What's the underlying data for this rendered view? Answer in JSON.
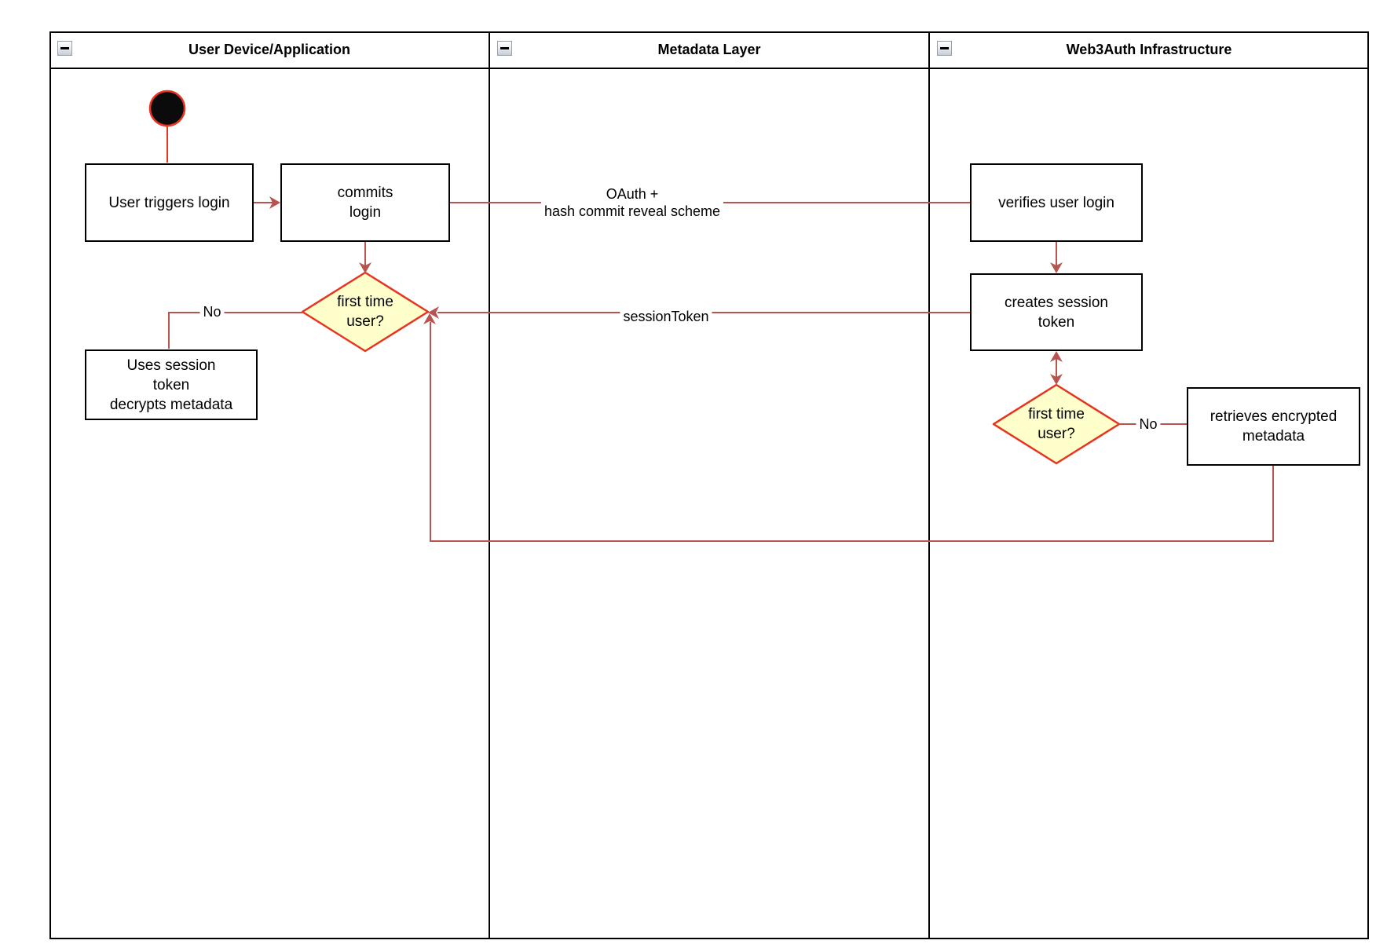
{
  "colors": {
    "line": "#B85450",
    "accent_red": "#E8341F",
    "diamond_fill": "#FFFFCC",
    "node_fill": "#FFFFFF",
    "node_border": "#000000"
  },
  "lanes": [
    {
      "title": "User Device/Application"
    },
    {
      "title": "Metadata Layer"
    },
    {
      "title": "Web3Auth Infrastructure"
    }
  ],
  "nodes": {
    "user_triggers_login": {
      "label": "User triggers login"
    },
    "commits_login": {
      "label": "commits\nlogin"
    },
    "first_time_user_device": {
      "label": "first time\nuser?"
    },
    "uses_session_token": {
      "label": "Uses session\ntoken\ndecrypts metadata"
    },
    "verifies_user_login": {
      "label": "verifies user login"
    },
    "creates_session_token": {
      "label": "creates session\ntoken"
    },
    "first_time_user_infra": {
      "label": "first time\nuser?"
    },
    "retrieves_encrypted_metadata": {
      "label": "retrieves encrypted\nmetadata"
    }
  },
  "edge_labels": {
    "oauth": "OAuth +\nhash commit reveal scheme",
    "session_token": "sessionToken",
    "no_device": "No",
    "no_infra": "No"
  }
}
